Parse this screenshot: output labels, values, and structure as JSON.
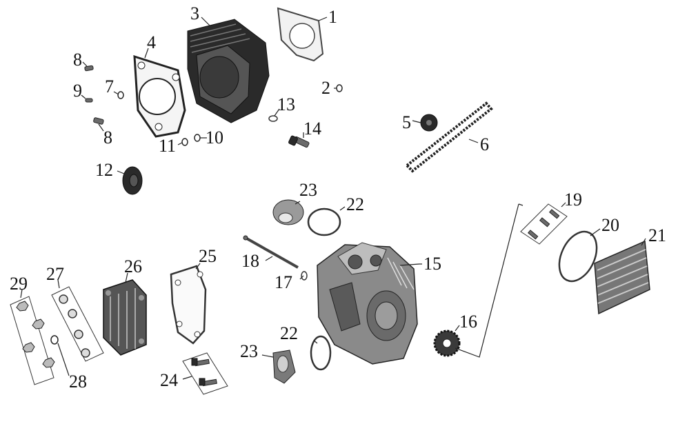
{
  "diagram": {
    "callouts": [
      {
        "id": "c1",
        "label": "1"
      },
      {
        "id": "c2",
        "label": "2"
      },
      {
        "id": "c3",
        "label": "3"
      },
      {
        "id": "c4",
        "label": "4"
      },
      {
        "id": "c5",
        "label": "5"
      },
      {
        "id": "c6",
        "label": "6"
      },
      {
        "id": "c7",
        "label": "7"
      },
      {
        "id": "c8a",
        "label": "8"
      },
      {
        "id": "c8b",
        "label": "8"
      },
      {
        "id": "c9",
        "label": "9"
      },
      {
        "id": "c10",
        "label": "10"
      },
      {
        "id": "c11",
        "label": "11"
      },
      {
        "id": "c12",
        "label": "12"
      },
      {
        "id": "c13",
        "label": "13"
      },
      {
        "id": "c14",
        "label": "14"
      },
      {
        "id": "c15",
        "label": "15"
      },
      {
        "id": "c16",
        "label": "16"
      },
      {
        "id": "c17",
        "label": "17"
      },
      {
        "id": "c18",
        "label": "18"
      },
      {
        "id": "c19",
        "label": "19"
      },
      {
        "id": "c20",
        "label": "20"
      },
      {
        "id": "c21",
        "label": "21"
      },
      {
        "id": "c22a",
        "label": "22"
      },
      {
        "id": "c22b",
        "label": "22"
      },
      {
        "id": "c23a",
        "label": "23"
      },
      {
        "id": "c23b",
        "label": "23"
      },
      {
        "id": "c24",
        "label": "24"
      },
      {
        "id": "c25",
        "label": "25"
      },
      {
        "id": "c26",
        "label": "26"
      },
      {
        "id": "c27",
        "label": "27"
      },
      {
        "id": "c28",
        "label": "28"
      },
      {
        "id": "c29",
        "label": "29"
      }
    ]
  }
}
